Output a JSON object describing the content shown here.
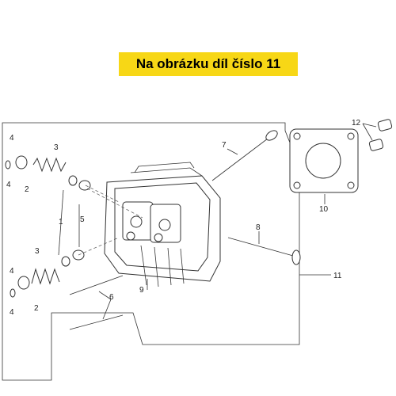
{
  "banner": {
    "text": "Na obrázku díl číslo 11"
  },
  "callouts": {
    "c1": "1",
    "c2a": "2",
    "c2b": "2",
    "c3a": "3",
    "c3b": "3",
    "c4a": "4",
    "c4b": "4",
    "c4c": "4",
    "c4d": "4",
    "c5": "5",
    "c6": "6",
    "c7": "7",
    "c8": "8",
    "c9": "9",
    "c10": "10",
    "c11": "11",
    "c12": "12"
  },
  "colors": {
    "banner_bg": "#f7d716",
    "line": "#333333"
  }
}
